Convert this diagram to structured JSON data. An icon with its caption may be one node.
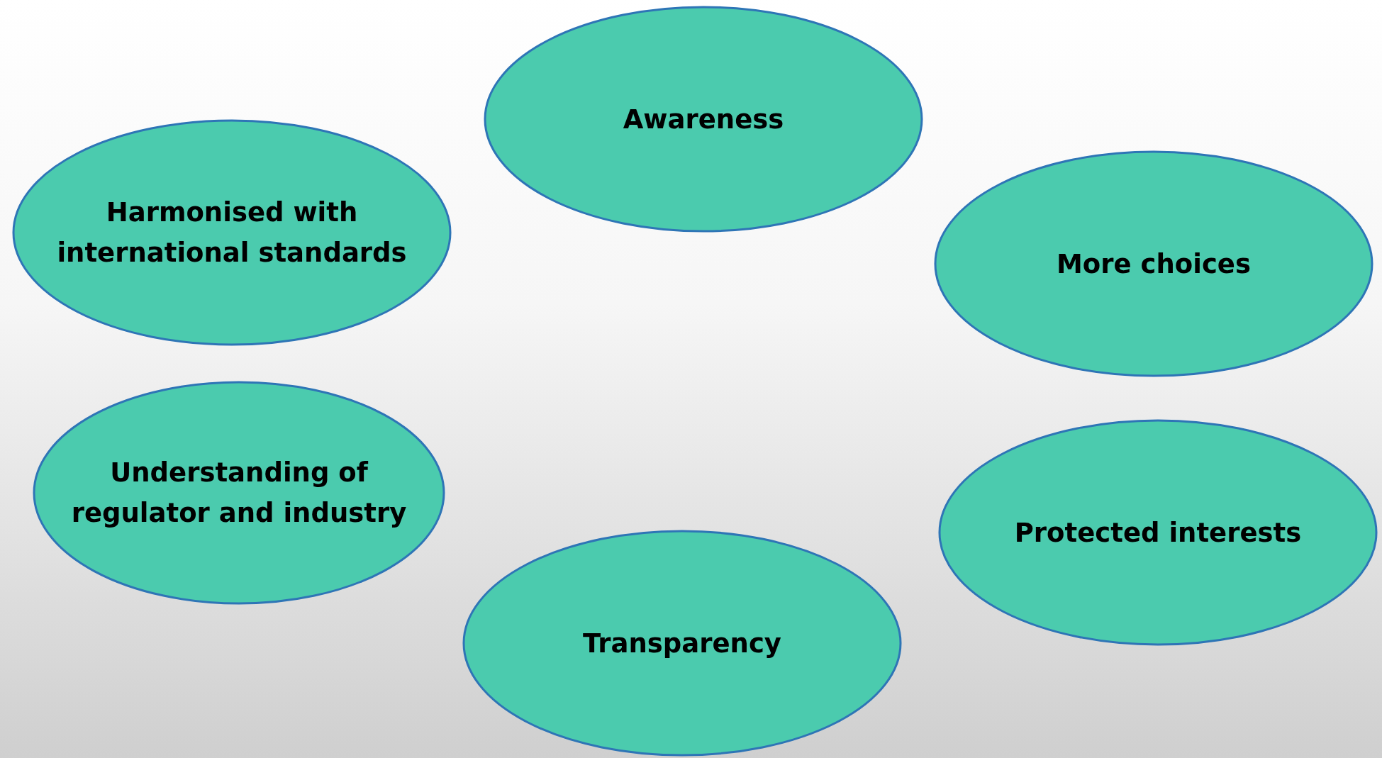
{
  "diagram": {
    "nodes": [
      {
        "text": [
          "Awareness"
        ]
      },
      {
        "text": [
          "Harmonised with international standards"
        ]
      },
      {
        "text": [
          "More choices"
        ]
      },
      {
        "text": [
          "Understanding of regulator and industry"
        ]
      },
      {
        "text": [
          "Protected interests"
        ]
      },
      {
        "text": [
          "Transparency"
        ]
      }
    ],
    "edges": []
  }
}
